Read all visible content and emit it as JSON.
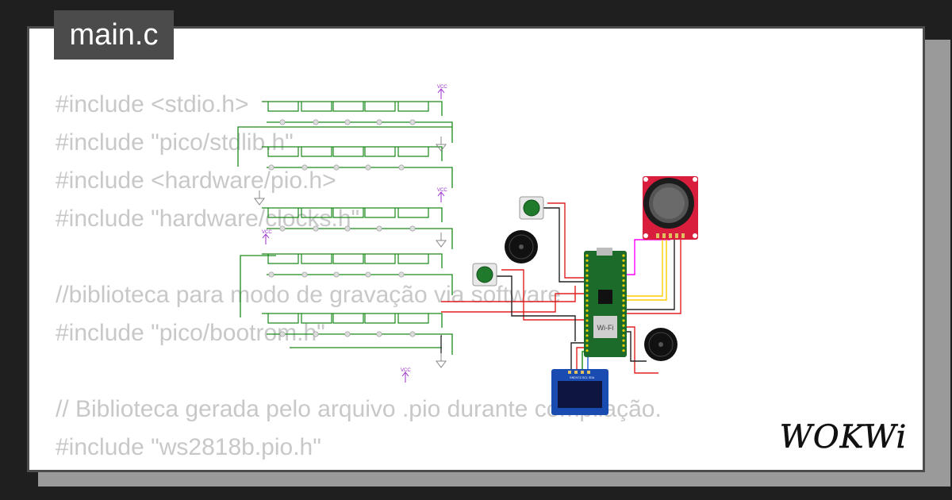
{
  "editor": {
    "filename": "main.c",
    "code_lines": [
      "#include <stdio.h>",
      "#include \"pico/stdlib.h\"",
      "#include <hardware/pio.h>",
      "#include \"hardware/clocks.h\"",
      "",
      "//biblioteca para modo de gravação via software",
      "#include \"pico/bootrom.h\"",
      "",
      "// Biblioteca gerada pelo arquivo .pio durante compilação.",
      "#include \"ws2818b.pio.h\""
    ]
  },
  "circuit": {
    "power_labels": [
      "VCC",
      "VCC",
      "VCC",
      "VCC"
    ],
    "board_wifi_label": "Wi-Fi",
    "display_pin_labels": [
      "GND",
      "VCC",
      "SCL",
      "SDA"
    ]
  },
  "brand": {
    "logo_text": "WOKWi"
  },
  "colors": {
    "background": "#1f1f1f",
    "card": "#ffffff",
    "tab": "#4b4b4b",
    "code_text": "#c8c8c8",
    "wire_green": "#1a8a1a",
    "wire_red": "#e02020",
    "wire_yellow": "#ffcc00",
    "wire_magenta": "#ff00ff",
    "board_green": "#1d6b2b",
    "joystick_red": "#d81e3c",
    "oled_blue": "#1a4bb0"
  }
}
